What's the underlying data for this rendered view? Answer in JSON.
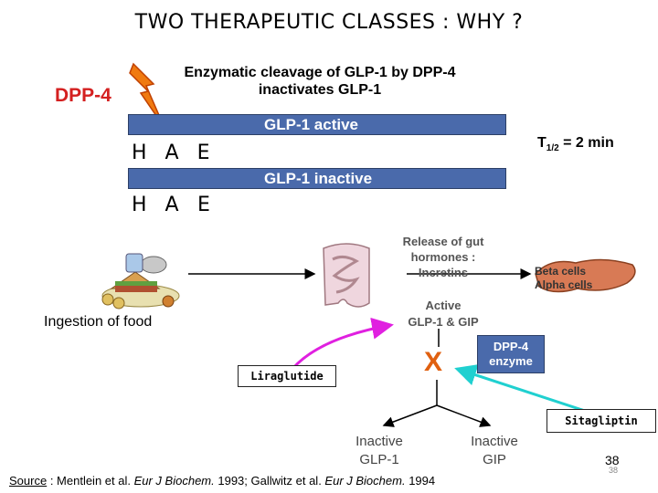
{
  "title": "TWO THERAPEUTIC CLASSES : WHY ?",
  "dpp4_label": "DPP-4",
  "cleavage": {
    "line1": "Enzymatic cleavage of GLP-1 by DPP-4",
    "line2": "inactivates GLP-1"
  },
  "glp1_active": "GLP-1 active",
  "glp1_inactive": "GLP-1 inactive",
  "hae_top": {
    "h": "H",
    "a": "A",
    "e": "E"
  },
  "hae_bottom": {
    "h": "H",
    "a": "A",
    "e": "E"
  },
  "half_life": {
    "t": "T",
    "sub": "1/2",
    "rest": " = 2 min"
  },
  "gut_release": {
    "line1": "Release of gut",
    "line2": "hormones :",
    "line3": "Incretins"
  },
  "pancreas_cells": {
    "line1": "Beta cells",
    "line2": "Alpha cells"
  },
  "ingestion": "Ingestion of food",
  "active_incretins": {
    "line1": "Active",
    "line2": "GLP-1 & GIP"
  },
  "dpp4_enzyme": {
    "line1": "DPP-4",
    "line2": "enzyme"
  },
  "block_mark": "X",
  "liraglutide": "Liraglutide",
  "sitagliptin": "Sitagliptin",
  "inactive_glp1": {
    "line1": "Inactive",
    "line2": "GLP-1"
  },
  "inactive_gip": {
    "line1": "Inactive",
    "line2": "GIP"
  },
  "source": {
    "label": "Source",
    "text1": " : Mentlein et al. ",
    "journal1": "Eur J Biochem.",
    "text2": " 1993; Gallwitz et al. ",
    "journal2": "Eur J Biochem.",
    "text3": " 1994"
  },
  "page_number": "38",
  "page_number_shadow": "38",
  "colors": {
    "dpp4_red": "#d42020",
    "bar_blue": "#4a6aab",
    "lightning_orange": "#f07a10",
    "x_orange": "#e06010",
    "magenta_arrow": "#e020e0",
    "cyan_arrow": "#20d0d0"
  },
  "icons": [
    "lightning-icon",
    "food-icon",
    "intestine-icon",
    "pancreas-icon"
  ]
}
